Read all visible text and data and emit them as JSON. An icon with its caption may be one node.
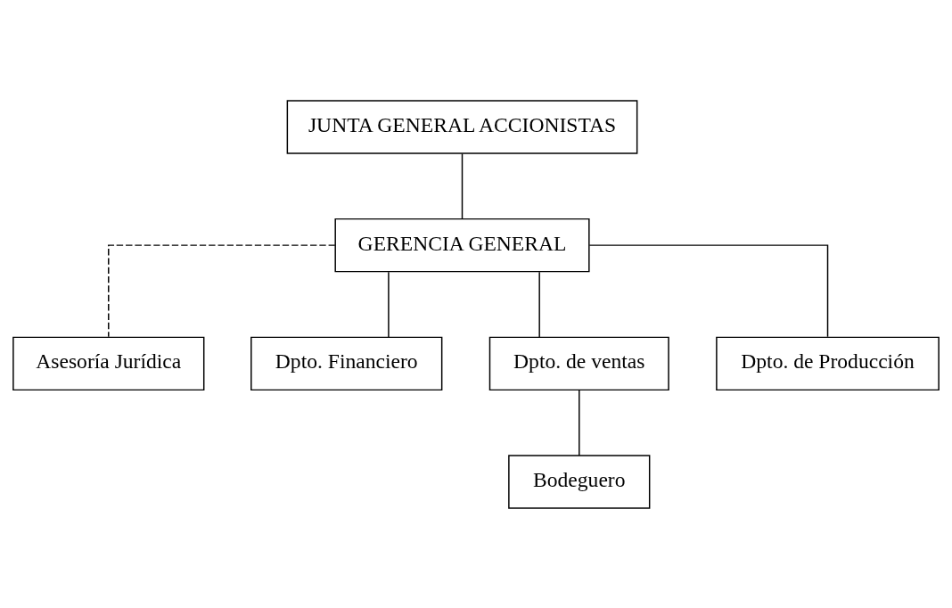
{
  "diagram": {
    "nodes": [
      {
        "text": [
          "JUNTA GENERAL ACCIONISTAS"
        ]
      },
      {
        "text": [
          "GERENCIA GENERAL"
        ]
      },
      {
        "text": [
          "Asesoría Jurídica"
        ]
      },
      {
        "text": [
          "Dpto. Financiero"
        ]
      },
      {
        "text": [
          "Dpto. de ventas"
        ]
      },
      {
        "text": [
          "Dpto. de Producción"
        ]
      },
      {
        "text": [
          "Bodeguero"
        ]
      }
    ],
    "edges": [
      {
        "from": 0,
        "to": 1,
        "arrow": "none"
      },
      {
        "from": 1,
        "to": 2,
        "arrow": "none",
        "style": "dashed"
      },
      {
        "from": 1,
        "to": 3,
        "arrow": "none"
      },
      {
        "from": 1,
        "to": 4,
        "arrow": "none"
      },
      {
        "from": 1,
        "to": 5,
        "arrow": "none"
      },
      {
        "from": 4,
        "to": 6,
        "arrow": "none"
      }
    ]
  }
}
